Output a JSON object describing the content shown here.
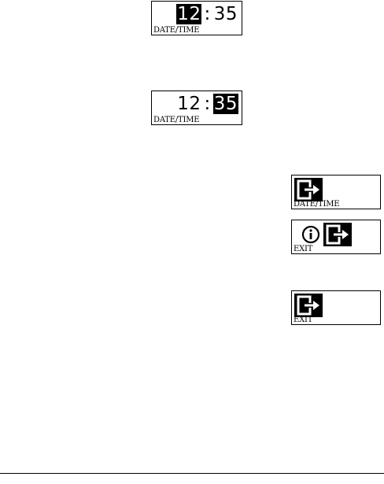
{
  "screens": {
    "date_time_hour": {
      "hour": "12",
      "separator": ":",
      "minute": "35",
      "highlight": "hour",
      "label": "DATE/TIME"
    },
    "date_time_minute": {
      "hour": "12",
      "separator": ":",
      "minute": "35",
      "highlight": "minute",
      "label": "DATE/TIME"
    },
    "exit_menu_datetime": {
      "icon": "exit-arrow-icon",
      "selected": "exit",
      "label": "DATE/TIME"
    },
    "info_exit_menu": {
      "icons": [
        "info-icon",
        "exit-arrow-icon"
      ],
      "selected": "exit",
      "label": "EXIT"
    },
    "exit_menu": {
      "icon": "exit-arrow-icon",
      "selected": "exit",
      "label": "EXIT"
    }
  },
  "colors": {
    "foreground": "#000000",
    "background": "#ffffff"
  }
}
